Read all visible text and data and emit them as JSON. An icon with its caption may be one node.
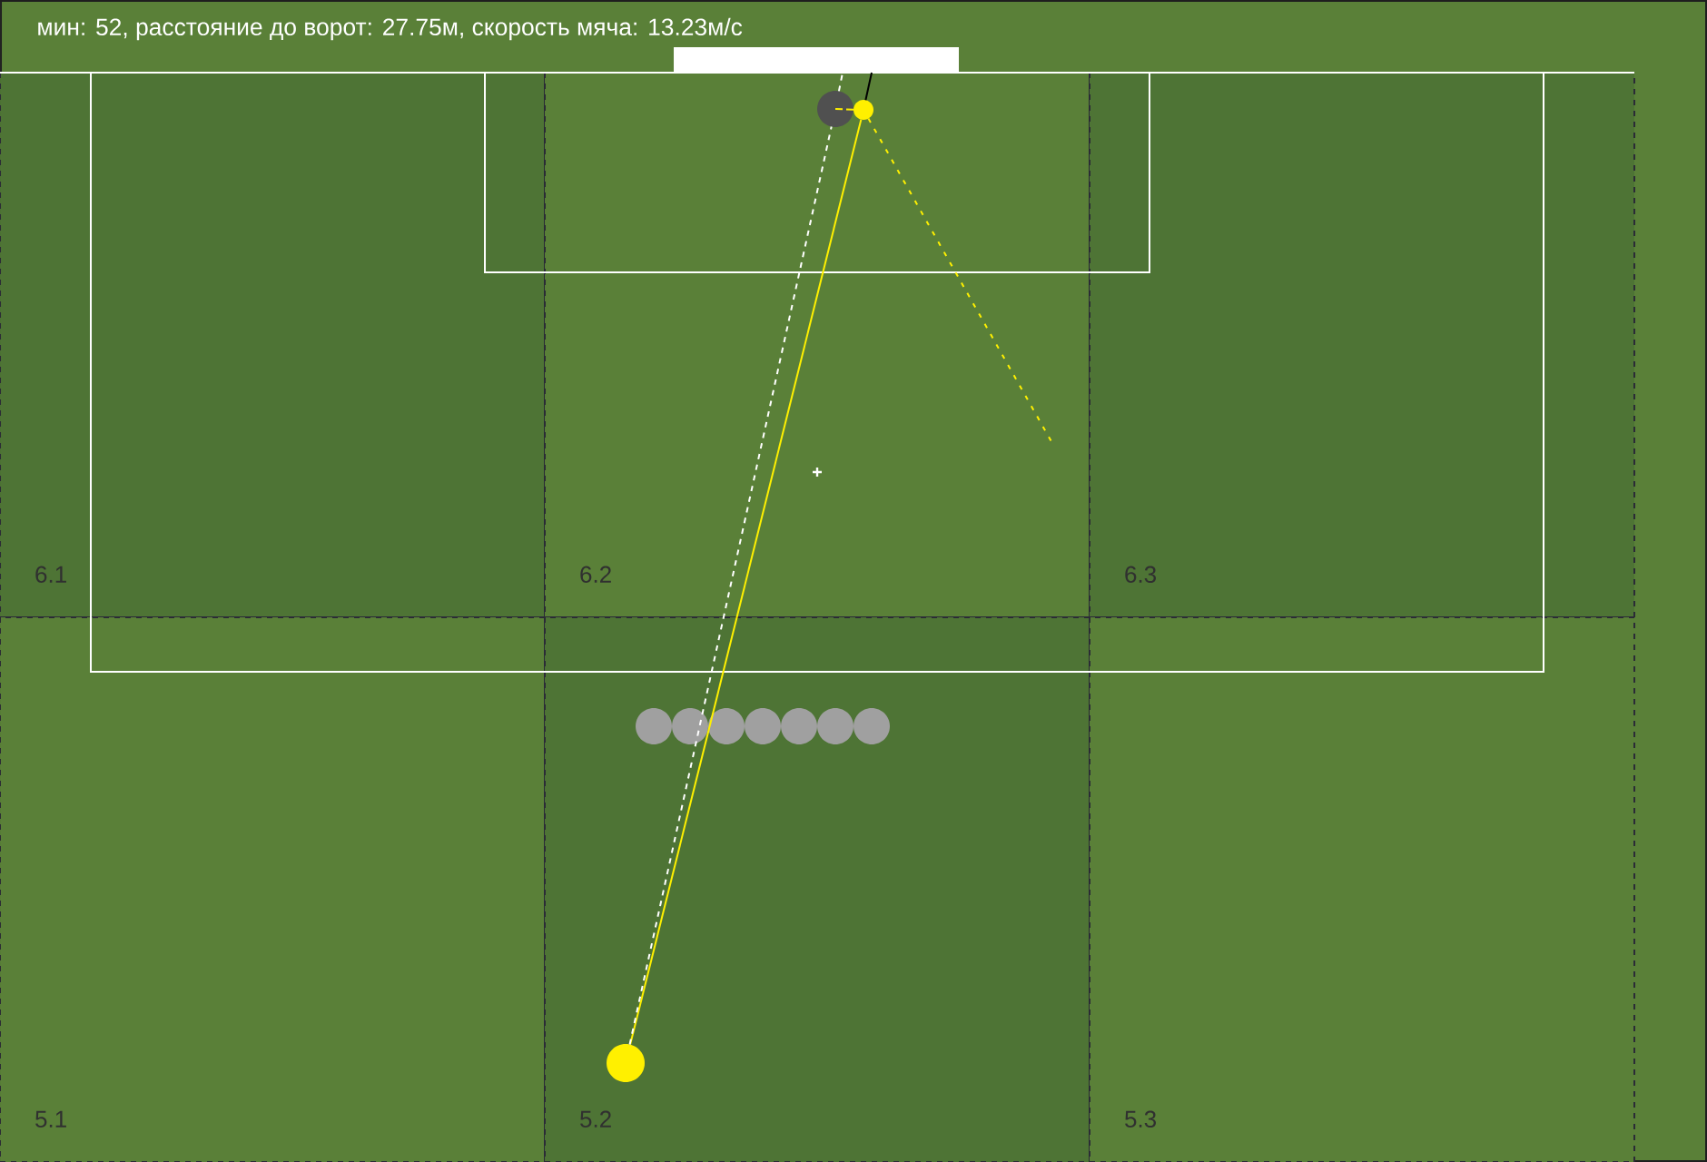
{
  "diagram": {
    "title": "мин: 52, расстояние до ворот: 27.75м, скорость мяча: 13.23м/с",
    "nodes": [
      {
        "text": [],
        "shape": "box"
      },
      {
        "text": [
          "6.1"
        ]
      },
      {
        "text": [
          "6.2"
        ]
      },
      {
        "text": [
          "6.3"
        ]
      },
      {
        "text": [
          "5.1"
        ]
      },
      {
        "text": [
          "5.2"
        ]
      },
      {
        "text": [
          "5.3"
        ]
      },
      {
        "text": [],
        "shape": "circle",
        "in": 2
      },
      {
        "text": [],
        "shape": "circle",
        "in": 2
      },
      {
        "text": [],
        "shape": "circle",
        "in": 5
      }
    ],
    "edges": [
      {
        "from": 9,
        "to": 8,
        "arrow": "none"
      },
      {
        "from": 9,
        "to": 7,
        "arrow": "none",
        "style": "dashed",
        "color": "#ffffff"
      },
      {
        "from": 7,
        "to": 0,
        "arrow": "none",
        "style": "dashed",
        "color": "#ffffff"
      },
      {
        "from": 7,
        "to": 8,
        "arrow": "none",
        "style": "dashed"
      },
      {
        "from": 8,
        "to": 0,
        "arrow": "none",
        "color": "#000000"
      },
      {
        "from": 8,
        "to": null,
        "arrow": "none",
        "style": "dashed"
      }
    ]
  }
}
